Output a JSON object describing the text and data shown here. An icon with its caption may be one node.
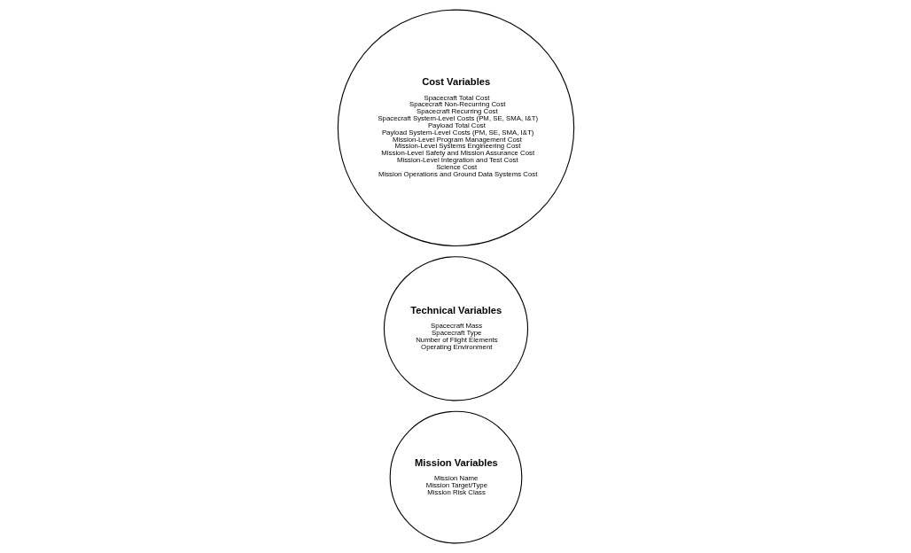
{
  "diagram": {
    "nodes": [
      {
        "text": [
          "Mission Variables",
          "Mission Name",
          "Mission Target/Type",
          "Mission Risk Class"
        ]
      },
      {
        "text": [
          "Technical Variables",
          "Spacecraft Mass",
          "Spacecraft Type",
          "Number of Flight Elements",
          "Operating Environment"
        ]
      },
      {
        "text": [
          "Cost Variables",
          "Spacecraft Total Cost",
          "Spacecraft Non-Recurring Cost",
          "Spacecraft Recurring Cost",
          "Spacecraft System-Level Costs (PM, SE, SMA, I&T)",
          "Payload Total Cost",
          "Payload System-Level Costs (PM, SE, SMA, I&T)",
          "Mission-Level Program Management Cost",
          "Mission-Level Systems Engineering Cost",
          "Mission-Level Safety and Mission Assurance Cost",
          "Mission-Level Integration and Test Cost",
          "Science Cost",
          "Mission Operations and Ground Data Systems Cost"
        ]
      }
    ]
  }
}
